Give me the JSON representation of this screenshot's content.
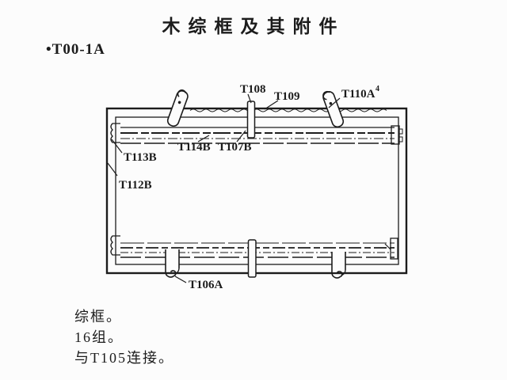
{
  "page": {
    "title": "木综框及其附件",
    "model": "•T00-1A",
    "notes": [
      "综框。",
      "16组。",
      "与T105连接。"
    ]
  },
  "labels": {
    "t108": "T108",
    "t109": "T109",
    "t110a": "T110A",
    "t110a_sup": "4",
    "t114b": "T114B",
    "t107b": "T107B",
    "t113b": "T113B",
    "t112b": "T112B",
    "t106a": "T106A"
  },
  "colors": {
    "ink": "#1c1c1c",
    "paper": "#fcfcfc"
  }
}
